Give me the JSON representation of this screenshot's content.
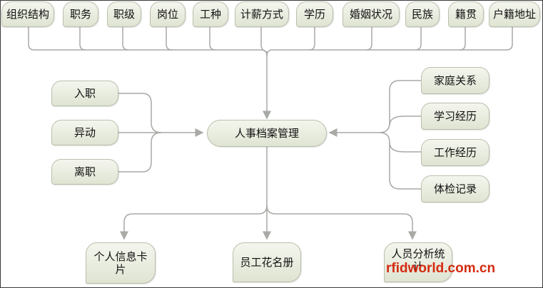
{
  "top_attributes": [
    "组织结构",
    "职务",
    "职级",
    "岗位",
    "工种",
    "计薪方式",
    "学历",
    "婚姻状况",
    "民族",
    "籍贯",
    "户籍地址"
  ],
  "center": "人事档案管理",
  "left_events": [
    "入职",
    "异动",
    "离职"
  ],
  "right_records": [
    "家庭关系",
    "学习经历",
    "工作经历",
    "体检记录"
  ],
  "outputs": [
    {
      "line1": "个人信息卡",
      "line2": "片"
    },
    {
      "line1": "员工花名册",
      "line2": ""
    },
    {
      "line1": "人员分析统",
      "line2": "计"
    }
  ],
  "watermark": "rfidworld.com.cn",
  "colors": {
    "node_fill": "#e6e9dc",
    "node_border": "#b9c0ac",
    "connector": "#a8aaa6",
    "watermark": "#d42a10"
  }
}
